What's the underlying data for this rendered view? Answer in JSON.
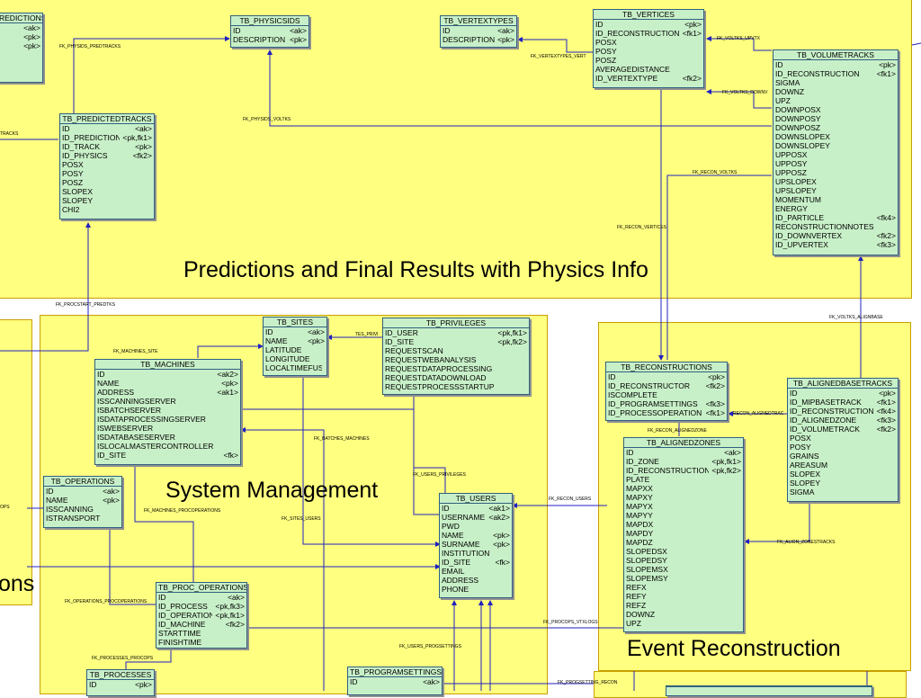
{
  "regions": [
    {
      "id": "physics",
      "title": "Predictions and Final Results with Physics Info"
    },
    {
      "id": "system",
      "title": "System Management"
    },
    {
      "id": "event",
      "title": "Event Reconstruction"
    },
    {
      "id": "left",
      "title": "ons"
    }
  ],
  "tables": {
    "predictions": {
      "name": "REDICTIONS",
      "rows": [
        [
          "",
          "<ak>"
        ],
        [
          "",
          "<pk>"
        ],
        [
          "",
          "<pk>"
        ]
      ]
    },
    "physicsids": {
      "name": "TB_PHYSICSIDS",
      "rows": [
        [
          "ID",
          "<ak>"
        ],
        [
          "DESCRIPTION",
          "<pk>"
        ]
      ]
    },
    "vertextypes": {
      "name": "TB_VERTEXTYPES",
      "rows": [
        [
          "ID",
          "<ak>"
        ],
        [
          "DESCRIPTION",
          "<pk>"
        ]
      ]
    },
    "vertices": {
      "name": "TB_VERTICES",
      "rows": [
        [
          "ID",
          "<pk>"
        ],
        [
          "ID_RECONSTRUCTION",
          "<fk1>"
        ],
        [
          "POSX",
          ""
        ],
        [
          "POSY",
          ""
        ],
        [
          "POSZ",
          ""
        ],
        [
          "AVERAGEDISTANCE",
          ""
        ],
        [
          "ID_VERTEXTYPE",
          "<fk2>"
        ]
      ]
    },
    "volumetracks": {
      "name": "TB_VOLUMETRACKS",
      "rows": [
        [
          "ID",
          "<pk>"
        ],
        [
          "ID_RECONSTRUCTION",
          "<fk1>"
        ],
        [
          "SIGMA",
          ""
        ],
        [
          "DOWNZ",
          ""
        ],
        [
          "UPZ",
          ""
        ],
        [
          "DOWNPOSX",
          ""
        ],
        [
          "DOWNPOSY",
          ""
        ],
        [
          "DOWNPOSZ",
          ""
        ],
        [
          "DOWNSLOPEX",
          ""
        ],
        [
          "DOWNSLOPEY",
          ""
        ],
        [
          "UPPOSX",
          ""
        ],
        [
          "UPPOSY",
          ""
        ],
        [
          "UPPOSZ",
          ""
        ],
        [
          "UPSLOPEX",
          ""
        ],
        [
          "UPSLOPEY",
          ""
        ],
        [
          "MOMENTUM",
          ""
        ],
        [
          "ENERGY",
          ""
        ],
        [
          "ID_PARTICLE",
          "<fk4>"
        ],
        [
          "RECONSTRUCTIONNOTES",
          ""
        ],
        [
          "ID_DOWNVERTEX",
          "<fk2>"
        ],
        [
          "ID_UPVERTEX",
          "<fk3>"
        ]
      ]
    },
    "predictedtracks": {
      "name": "TB_PREDICTEDTRACKS",
      "rows": [
        [
          "ID",
          "<ak>"
        ],
        [
          "ID_PREDICTION",
          "<pk,fk1>"
        ],
        [
          "ID_TRACK",
          "<pk>"
        ],
        [
          "ID_PHYSICS",
          "<fk2>"
        ],
        [
          "POSX",
          ""
        ],
        [
          "POSY",
          ""
        ],
        [
          "POSZ",
          ""
        ],
        [
          "SLOPEX",
          ""
        ],
        [
          "SLOPEY",
          ""
        ],
        [
          "CHI2",
          ""
        ]
      ]
    },
    "sites": {
      "name": "TB_SITES",
      "rows": [
        [
          "ID",
          "<ak>"
        ],
        [
          "NAME",
          "<pk>"
        ],
        [
          "LATITUDE",
          ""
        ],
        [
          "LONGITUDE",
          ""
        ],
        [
          "LOCALTIMEFUSE",
          ""
        ]
      ]
    },
    "privileges": {
      "name": "TB_PRIVILEGES",
      "rows": [
        [
          "ID_USER",
          "<pk,fk1>"
        ],
        [
          "ID_SITE",
          "<pk,fk2>"
        ],
        [
          "REQUESTSCAN",
          ""
        ],
        [
          "REQUESTWEBANALYSIS",
          ""
        ],
        [
          "REQUESTDATAPROCESSING",
          ""
        ],
        [
          "REQUESTDATADOWNLOAD",
          ""
        ],
        [
          "REQUESTPROCESSSTARTUP",
          ""
        ]
      ]
    },
    "machines": {
      "name": "TB_MACHINES",
      "rows": [
        [
          "ID",
          "<ak2>"
        ],
        [
          "NAME",
          "<pk>"
        ],
        [
          "ADDRESS",
          "<ak1>"
        ],
        [
          "ISSCANNINGSERVER",
          ""
        ],
        [
          "ISBATCHSERVER",
          ""
        ],
        [
          "ISDATAPROCESSINGSERVER",
          ""
        ],
        [
          "ISWEBSERVER",
          ""
        ],
        [
          "ISDATABASESERVER",
          ""
        ],
        [
          "ISLOCALMASTERCONTROLLER",
          ""
        ],
        [
          "ID_SITE",
          "<fk>"
        ]
      ]
    },
    "operations": {
      "name": "TB_OPERATIONS",
      "rows": [
        [
          "ID",
          "<ak>"
        ],
        [
          "NAME",
          "<pk>"
        ],
        [
          "ISSCANNING",
          ""
        ],
        [
          "ISTRANSPORT",
          ""
        ]
      ]
    },
    "users": {
      "name": "TB_USERS",
      "rows": [
        [
          "ID",
          "<ak1>"
        ],
        [
          "USERNAME",
          "<ak2>"
        ],
        [
          "PWD",
          ""
        ],
        [
          "NAME",
          "<pk>"
        ],
        [
          "SURNAME",
          "<pk>"
        ],
        [
          "INSTITUTION",
          ""
        ],
        [
          "ID_SITE",
          "<fk>"
        ],
        [
          "EMAIL",
          ""
        ],
        [
          "ADDRESS",
          ""
        ],
        [
          "PHONE",
          ""
        ]
      ]
    },
    "procoperations": {
      "name": "TB_PROC_OPERATIONS",
      "rows": [
        [
          "ID",
          "<ak>"
        ],
        [
          "ID_PROCESS",
          "<pk,fk3>"
        ],
        [
          "ID_OPERATION",
          "<pk,fk1>"
        ],
        [
          "ID_MACHINE",
          "<fk2>"
        ],
        [
          "STARTTIME",
          ""
        ],
        [
          "FINISHTIME",
          ""
        ]
      ]
    },
    "processes": {
      "name": "TB_PROCESSES",
      "rows": [
        [
          "ID",
          "<pk>"
        ]
      ]
    },
    "programsettings": {
      "name": "TB_PROGRAMSETTINGS",
      "rows": [
        [
          "ID",
          "<ak>"
        ]
      ]
    },
    "reconstructions": {
      "name": "TB_RECONSTRUCTIONS",
      "rows": [
        [
          "ID",
          "<pk>"
        ],
        [
          "ID_RECONSTRUCTOR",
          "<fk2>"
        ],
        [
          "ISCOMPLETE",
          ""
        ],
        [
          "ID_PROGRAMSETTINGS",
          "<fk3>"
        ],
        [
          "ID_PROCESSOPERATION",
          "<fk1>"
        ]
      ]
    },
    "alignedbasetracks": {
      "name": "TB_ALIGNEDBASETRACKS",
      "rows": [
        [
          "ID",
          "<pk>"
        ],
        [
          "ID_MIPBASETRACK",
          "<fk1>"
        ],
        [
          "ID_RECONSTRUCTION",
          "<fk4>"
        ],
        [
          "ID_ALIGNEDZONE",
          "<fk3>"
        ],
        [
          "ID_VOLUMETRACK",
          "<fk2>"
        ],
        [
          "POSX",
          ""
        ],
        [
          "POSY",
          ""
        ],
        [
          "GRAINS",
          ""
        ],
        [
          "AREASUM",
          ""
        ],
        [
          "SLOPEX",
          ""
        ],
        [
          "SLOPEY",
          ""
        ],
        [
          "SIGMA",
          ""
        ]
      ]
    },
    "alignedzones": {
      "name": "TB_ALIGNEDZONES",
      "rows": [
        [
          "ID",
          "<ak>"
        ],
        [
          "ID_ZONE",
          "<pk,fk1>"
        ],
        [
          "ID_RECONSTRUCTION",
          "<pk,fk2>"
        ],
        [
          "PLATE",
          ""
        ],
        [
          "MAPXX",
          ""
        ],
        [
          "MAPXY",
          ""
        ],
        [
          "MAPYX",
          ""
        ],
        [
          "MAPYY",
          ""
        ],
        [
          "MAPDX",
          ""
        ],
        [
          "MAPDY",
          ""
        ],
        [
          "MAPDZ",
          ""
        ],
        [
          "SLOPEDSX",
          ""
        ],
        [
          "SLOPEDSY",
          ""
        ],
        [
          "SLOPEMSX",
          ""
        ],
        [
          "SLOPEMSY",
          ""
        ],
        [
          "REFX",
          ""
        ],
        [
          "REFY",
          ""
        ],
        [
          "REFZ",
          ""
        ],
        [
          "DOWNZ",
          ""
        ],
        [
          "UPZ",
          ""
        ]
      ]
    }
  },
  "fk_labels": {
    "physids_predtracks": "FK_PHYSIDS_PREDTRACKS",
    "tracks": "TRACKS",
    "vertextypes_vert": "FK_VERTEXTYPES_VERT",
    "voltks_upvtx": "FK_VOLTKS_UPVTX",
    "voltks_downv": "FK_VOLTKS_DOWNV",
    "physids_voltks": "FK_PHYSIDS_VOLTKS",
    "recon_voltks": "FK_RECON_VOLTKS",
    "recon_vertices": "FK_RECON_VERTICES",
    "procstart_predtks": "FK_PROCSTART_PREDTKS",
    "voltks_alignbase": "FK_VOLTKS_ALIGNBASE",
    "machines_site": "FK_MACHINES_SITE",
    "tes_privi": "TES_PRIVI",
    "batches_machines": "FK_BATCHES_MACHINES",
    "users_privileges": "FK_USERS_PRIVILEGES",
    "recon_alignedtrac": "RECON_ALIGNEDTRAC",
    "recon_alignedzone": "FK_RECON_ALIGNEDZONE",
    "recon_users": "FK_RECON_USERS",
    "ops": "OPS",
    "machines_procoperations": "FK_MACHINES_PROCOPERATIONS",
    "sites_users": "FK_SITES_USERS",
    "align_zonestracks": "FK_ALIGN_ZONESTRACKS",
    "operations_procoperations": "FK_OPERATIONS_PROCOPERATIONS",
    "procops_vtxlogs": "FK_PROCOPS_VTXLOGS",
    "users_progsettings": "FK_USERS_PROGSETTINGS",
    "processes_procops": "FK_PROCESSES_PROCOPS",
    "progsetting_recon": "FK_PROGSETTING_RECON"
  }
}
